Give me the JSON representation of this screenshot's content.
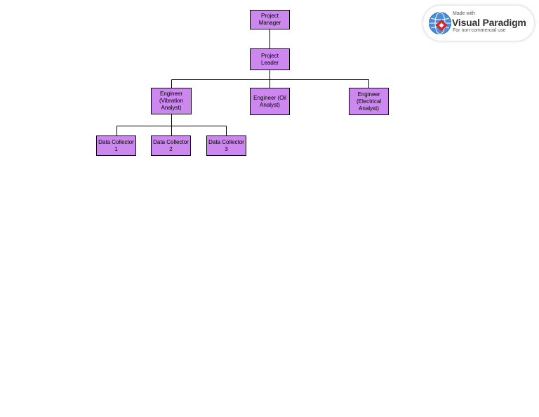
{
  "diagram": {
    "node_fill": "#cc88ee",
    "node_border": "#000000",
    "nodes": [
      {
        "id": "project_manager",
        "label": "Project\nManager"
      },
      {
        "id": "project_leader",
        "label": "Project\nLeader"
      },
      {
        "id": "engineer_vibration",
        "label": "Engineer\n(Vibration\nAnalyst)"
      },
      {
        "id": "engineer_oil",
        "label": "Engineer (Oil\nAnalyst)"
      },
      {
        "id": "engineer_electrical",
        "label": "Engineer\n(Electrical\nAnalyst)"
      },
      {
        "id": "data_collector_1",
        "label": "Data Collector\n1"
      },
      {
        "id": "data_collector_2",
        "label": "Data Collector\n2"
      },
      {
        "id": "data_collector_3",
        "label": "Data Collector\n3"
      }
    ],
    "edges": [
      {
        "from": "project_manager",
        "to": "project_leader"
      },
      {
        "from": "project_leader",
        "to": "engineer_vibration"
      },
      {
        "from": "project_leader",
        "to": "engineer_oil"
      },
      {
        "from": "project_leader",
        "to": "engineer_electrical"
      },
      {
        "from": "engineer_vibration",
        "to": "data_collector_1"
      },
      {
        "from": "engineer_vibration",
        "to": "data_collector_2"
      },
      {
        "from": "engineer_vibration",
        "to": "data_collector_3"
      }
    ]
  },
  "watermark": {
    "made_with": "Made with",
    "brand": "Visual Paradigm",
    "note": "For non-commercial use",
    "icon": "visual-paradigm-logo-icon"
  }
}
